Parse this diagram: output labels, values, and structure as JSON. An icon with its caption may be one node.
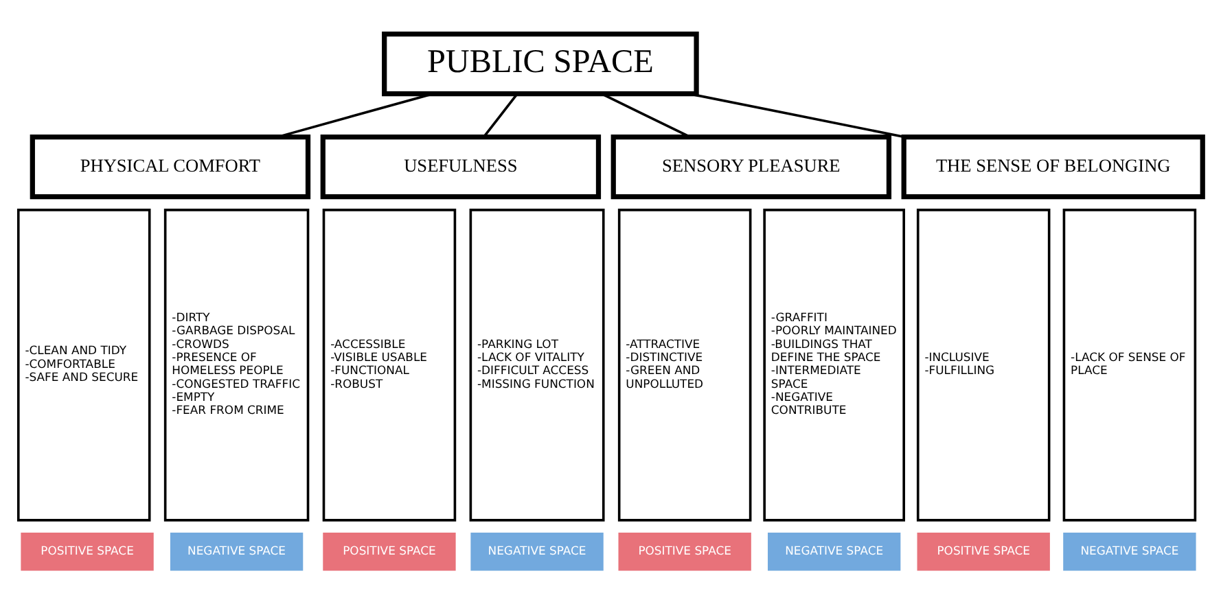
{
  "diagram": {
    "nodes": [
      {
        "text": [
          "PUBLIC SPACE"
        ]
      },
      {
        "text": [
          "PHYSICAL COMFORT"
        ]
      },
      {
        "text": [
          "USEFULNESS"
        ]
      },
      {
        "text": [
          "SENSORY PLEASURE"
        ]
      },
      {
        "text": [
          "THE SENSE OF BELONGING"
        ]
      },
      {
        "text": [
          "-CLEAN AND TIDY",
          "-COMFORTABLE",
          "-SAFE AND SECURE"
        ]
      },
      {
        "text": [
          "-DIRTY",
          "-GARBAGE DISPOSAL",
          "-CROWDS",
          "-PRESENCE OF HOMELESS PEOPLE",
          "-CONGESTED TRAFFIC",
          "-EMPTY",
          "-FEAR FROM CRIME"
        ]
      },
      {
        "text": [
          "-ACCESSIBLE",
          "-VISIBLE USABLE",
          "-FUNCTIONAL",
          "-ROBUST"
        ]
      },
      {
        "text": [
          "-PARKING LOT",
          "-LACK OF VITALITY",
          "-DIFFICULT ACCESS",
          "-MISSING FUNCTION"
        ]
      },
      {
        "text": [
          "-ATTRACTIVE",
          "-DISTINCTIVE",
          "-GREEN AND UNPOLLUTED"
        ]
      },
      {
        "text": [
          "-GRAFFITI",
          "-POORLY MAINTAINED",
          "-BUILDINGS THAT DEFINE THE SPACE",
          "-INTERMEDIATE SPACE",
          "-NEGATIVE CONTRIBUTE"
        ]
      },
      {
        "text": [
          "-INCLUSIVE",
          "-FULFILLING"
        ]
      },
      {
        "text": [
          "-LACK OF SENSE OF PLACE"
        ]
      },
      {
        "text": [
          "POSITIVE SPACE"
        ]
      },
      {
        "text": [
          "NEGATIVE SPACE"
        ]
      },
      {
        "text": [
          "POSITIVE SPACE"
        ]
      },
      {
        "text": [
          "NEGATIVE SPACE"
        ]
      },
      {
        "text": [
          "POSITIVE SPACE"
        ]
      },
      {
        "text": [
          "NEGATIVE SPACE"
        ]
      },
      {
        "text": [
          "POSITIVE SPACE"
        ]
      },
      {
        "text": [
          "NEGATIVE SPACE"
        ]
      }
    ],
    "edges": [
      {
        "from": 0,
        "to": 1,
        "arrow": "none"
      },
      {
        "from": 0,
        "to": 2,
        "arrow": "none"
      },
      {
        "from": 0,
        "to": 3,
        "arrow": "none"
      },
      {
        "from": 0,
        "to": 4,
        "arrow": "none"
      }
    ]
  }
}
